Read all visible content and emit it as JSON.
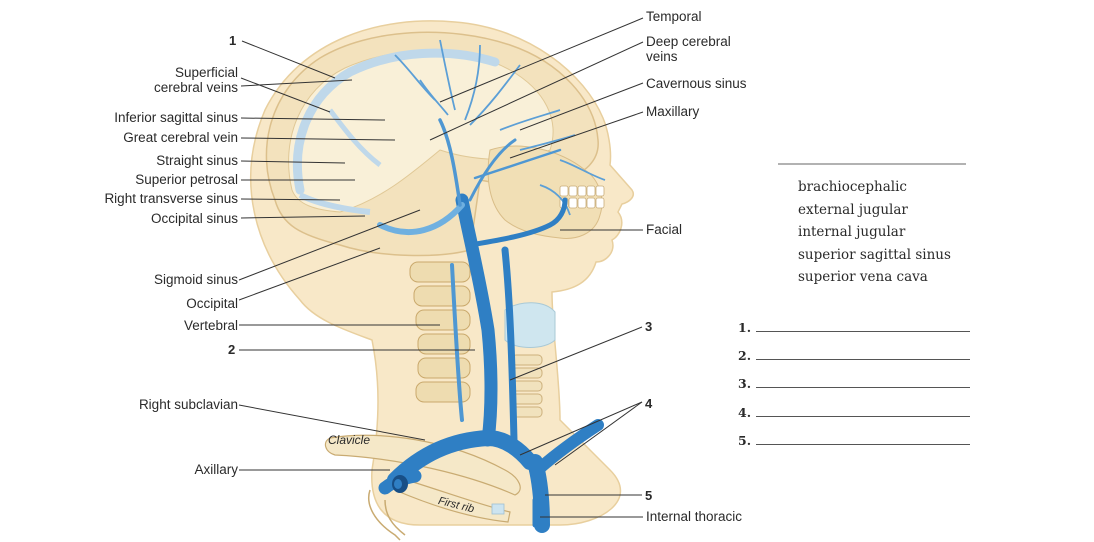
{
  "left_labels": {
    "n1": "1",
    "superficial": "Superficial\ncerebral veins",
    "inferior_sagittal": "Inferior sagittal sinus",
    "great_cerebral": "Great cerebral vein",
    "straight": "Straight sinus",
    "superior_petrosal": "Superior petrosal",
    "right_transverse": "Right transverse sinus",
    "occipital_sinus": "Occipital sinus",
    "sigmoid": "Sigmoid sinus",
    "occipital": "Occipital",
    "vertebral": "Vertebral",
    "n2": "2",
    "right_subclavian": "Right subclavian",
    "axillary": "Axillary"
  },
  "right_labels": {
    "temporal": "Temporal",
    "deep_cerebral": "Deep cerebral\nveins",
    "cavernous": "Cavernous sinus",
    "maxillary": "Maxillary",
    "facial": "Facial",
    "n3": "3",
    "n4": "4",
    "n5": "5",
    "internal_thoracic": "Internal thoracic"
  },
  "bone_labels": {
    "clavicle": "Clavicle",
    "first_rib": "First rib"
  },
  "word_bank": [
    "brachiocephalic",
    "external jugular",
    "internal jugular",
    "superior sagittal sinus",
    "superior vena cava"
  ],
  "answers": [
    "1.",
    "2.",
    "3.",
    "4.",
    "5."
  ],
  "colors": {
    "vein": "#2f7fc4",
    "vein_light": "#6fb0e0",
    "skin": "#f7e6c4",
    "bone": "#f1dfb8",
    "leader": "#333333"
  }
}
